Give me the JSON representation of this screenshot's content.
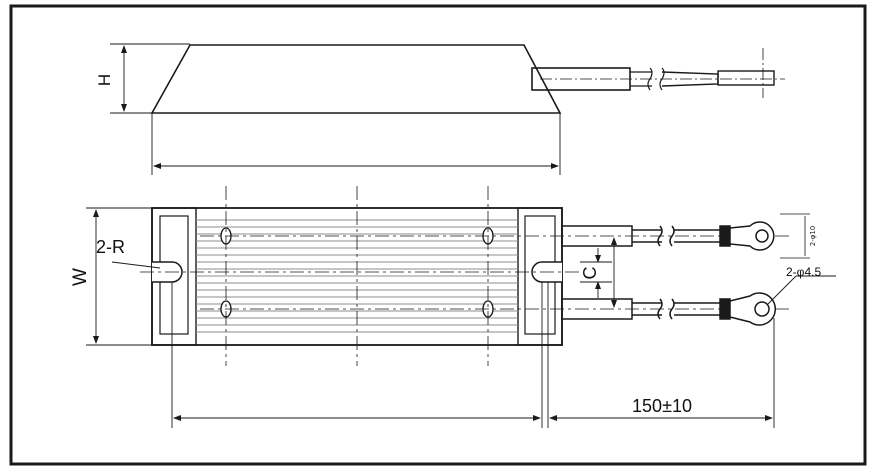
{
  "labels": {
    "height": "H",
    "width": "W",
    "radius": "2-R",
    "spacing": "C",
    "hole_callout": "2-φ4.5",
    "lead_length": "150±10",
    "terminal_small": "2-φ10"
  },
  "colors": {
    "line": "#1a1a1a",
    "fin": "#8c8c8c",
    "background": "#ffffff"
  }
}
